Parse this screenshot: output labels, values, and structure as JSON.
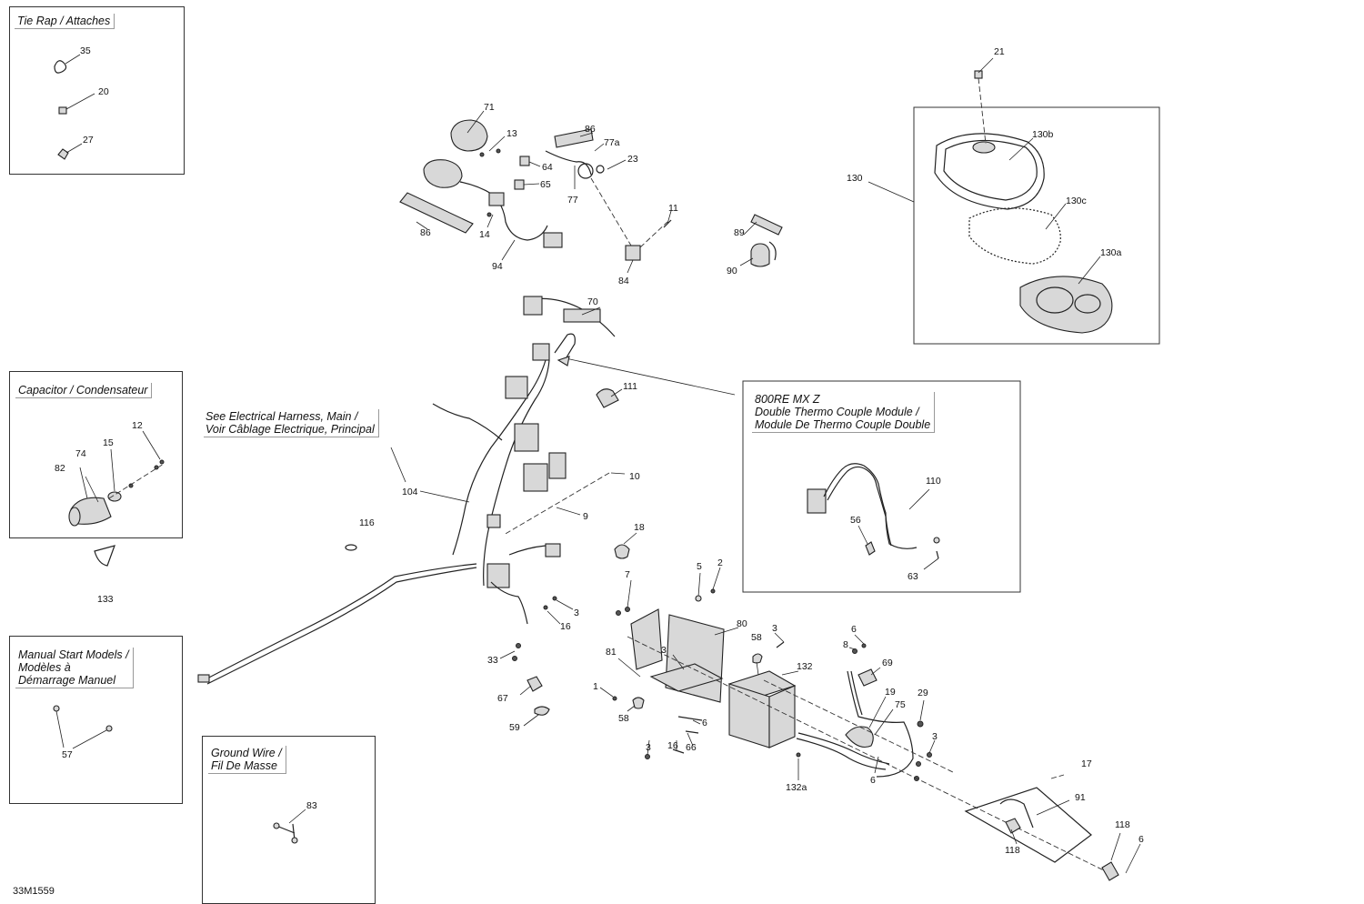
{
  "boxes": {
    "tie_rap": "Tie Rap / Attaches",
    "capacitor": "Capacitor / Condensateur",
    "manual_start": [
      "Manual Start Models /",
      "Modèles à",
      "Démarrage Manuel"
    ],
    "ground_wire": [
      "Ground Wire /",
      "Fil De Masse"
    ],
    "thermo": [
      "800RE MX Z",
      "Double Thermo Couple Module /",
      "Module De Thermo Couple Double"
    ]
  },
  "note": [
    "See Electrical Harness, Main /",
    "Voir Câblage Electrique, Principal"
  ],
  "ref_code": "33M1559",
  "callouts": {
    "c35": "35",
    "c20": "20",
    "c27": "27",
    "c12": "12",
    "c74": "74",
    "c15": "15",
    "c82": "82",
    "c133": "133",
    "c57": "57",
    "c83": "83",
    "c71": "71",
    "c13": "13",
    "c86a": "86",
    "c77a": "77a",
    "c64": "64",
    "c65": "65",
    "c23": "23",
    "c77": "77",
    "c86b": "86",
    "c14": "14",
    "c94": "94",
    "c11": "11",
    "c84": "84",
    "c89": "89",
    "c90": "90",
    "c21": "21",
    "c130b": "130b",
    "c130": "130",
    "c130c": "130c",
    "c130a": "130a",
    "c70": "70",
    "c111": "111",
    "c104": "104",
    "c10": "10",
    "c9": "9",
    "c116": "116",
    "c18": "18",
    "c110": "110",
    "c56": "56",
    "c63": "63",
    "c7": "7",
    "c5": "5",
    "c2": "2",
    "c3a": "3",
    "c16a": "16",
    "c80": "80",
    "c3b": "3",
    "c81": "81",
    "c3c": "3",
    "c58a": "58",
    "c33": "33",
    "c67": "67",
    "c59": "59",
    "c1": "1",
    "c58b": "58",
    "c6a": "6",
    "c3d": "3",
    "c16b": "16",
    "c66": "66",
    "c132": "132",
    "c132a": "132a",
    "c6b": "6",
    "c8": "8",
    "c69": "69",
    "c19": "19",
    "c75": "75",
    "c29": "29",
    "c3e": "3",
    "c6c": "6",
    "c17": "17",
    "c91": "91",
    "c118a": "118",
    "c118b": "118",
    "c6d": "6"
  }
}
